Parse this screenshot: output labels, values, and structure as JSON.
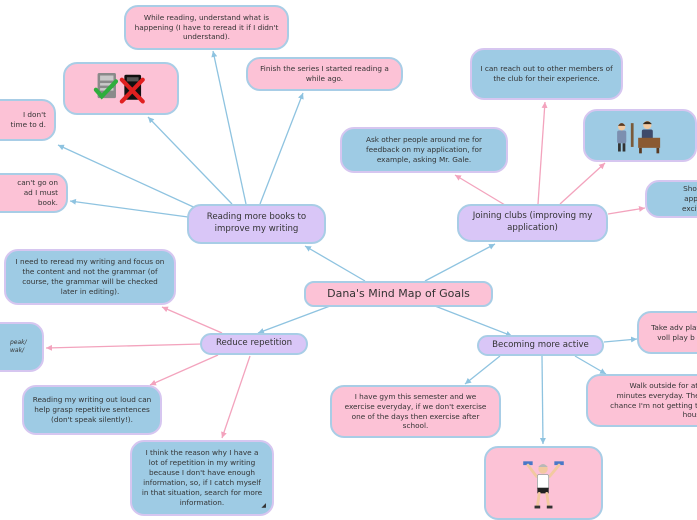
{
  "root": "Dana's Mind Map of Goals",
  "branches": {
    "reading": "Reading more books to improve my writing",
    "clubs": "Joining clubs (improving my application)",
    "repetition": "Reduce repetition",
    "active": "Becoming more active"
  },
  "reading_items": {
    "understand": "While reading, understand what is happening (I have to reread it if I didn't understand).",
    "series": "Finish the series I started reading a while ago.",
    "time": "I don't time to d.",
    "cant_go_on": "can't go on ad I must book."
  },
  "clubs_items": {
    "reach_out": "I can reach out to other members of the club for their experience.",
    "ask_people": "Ask other people around me for feedback on my application, for example, asking Mr. Gale.",
    "show": "Show appli excite"
  },
  "repetition_items": {
    "reread": "I need to reread my writing and focus on the content and not the grammar (of course, the grammar will be checked later in editing).",
    "speak_note": "peak/ wak/",
    "out_loud": "Reading my writing out loud can help grasp repetitive sentences (don't speak silently!).",
    "reason": "I think the reason why I have a lot of repetition in my writing because I don't have enough information, so, if I catch myself in that situation, search for more information."
  },
  "active_items": {
    "gym": "I have gym this semester and we exercise everyday, if we don't exercise one of the days then exercise after school.",
    "advice": "Take adv play voll play b",
    "walk": "Walk outside for at le minutes everyday. There chance I'm not getting the house."
  },
  "colors": {
    "pink": "#fcc2d6",
    "blue": "#9ecbe4",
    "lavender": "#d9c6f7",
    "line_blue": "#8ec3e0",
    "line_pink": "#f3a3bd"
  },
  "icons": {
    "books": "books-check-cross-icon",
    "meeting": "people-meeting-icon",
    "exercise": "dumbbell-exercise-icon"
  }
}
